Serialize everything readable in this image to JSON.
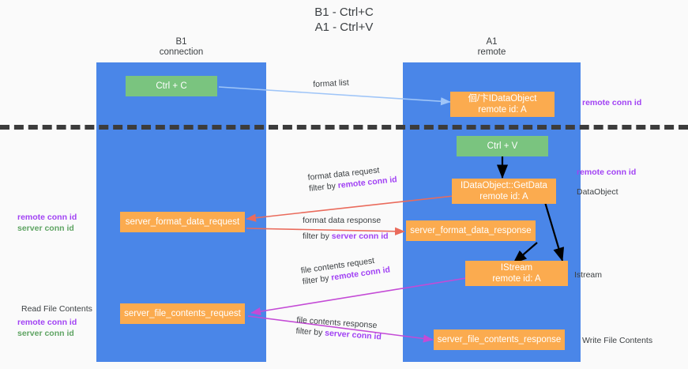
{
  "title": "B1 - Ctrl+C\nA1 - Ctrl+V",
  "lanes": [
    {
      "id": "b1",
      "header": "B1\nconnection",
      "color": "#4a86e8"
    },
    {
      "id": "a1",
      "header": "A1\nremote",
      "color": "#4a86e8"
    }
  ],
  "nodes": [
    {
      "id": "ctrl-c",
      "label": "Ctrl + C",
      "color": "#7ac47f"
    },
    {
      "id": "idataobject",
      "label": "佪/卞IDataObject\nremote id: A",
      "color": "#fbab4f"
    },
    {
      "id": "ctrl-v",
      "label": "Ctrl + V",
      "color": "#7ac47f"
    },
    {
      "id": "getdata",
      "label": "IDataObject::GetData\nremote id: A",
      "color": "#fbab4f"
    },
    {
      "id": "fmt-request",
      "label": "server_format_data_request",
      "color": "#fbab4f"
    },
    {
      "id": "fmt-response",
      "label": "server_format_data_response",
      "color": "#fbab4f"
    },
    {
      "id": "istream",
      "label": "IStream\nremote id: A",
      "color": "#fbab4f"
    },
    {
      "id": "file-request",
      "label": "server_file_contents_request",
      "color": "#fbab4f"
    },
    {
      "id": "file-response",
      "label": "server_file_contents_response",
      "color": "#fbab4f"
    }
  ],
  "annotations": {
    "format_list": "format list",
    "format_data_request": "format data request",
    "format_data_request_filter_prefix": "filter by ",
    "format_data_request_filter_key": "remote conn id",
    "format_data_response": "format data response",
    "format_data_response_filter_prefix": "filter by ",
    "format_data_response_filter_key": "server conn id",
    "file_contents_request": "file contents request",
    "file_contents_request_filter_prefix": "filter by ",
    "file_contents_request_filter_key": "remote conn id",
    "file_contents_response": "file contents response",
    "file_contents_response_filter_prefix": "filter by ",
    "file_contents_response_filter_key": "server conn id"
  },
  "side_labels": {
    "right_remote_conn_id_top": "remote conn id",
    "right_remote_conn_id_mid": "remote conn id",
    "right_dataobject": "DataObject",
    "right_istream": "Istream",
    "right_write_file_contents": "Write File Contents",
    "left_remote_conn_id": "remote conn id",
    "left_server_conn_id": "server conn id",
    "left_read_file_contents": "Read File Contents",
    "left_remote_conn_id_2": "remote conn id",
    "left_server_conn_id_2": "server conn id"
  },
  "colors": {
    "lane": "#4a86e8",
    "orange": "#fbab4f",
    "green": "#7ac47f",
    "purple": "#a142f4",
    "green_text": "#5fa463",
    "red_arrow": "#ea6b5c",
    "magenta_arrow": "#c44bd6",
    "light_blue_arrow": "#9fc5f8",
    "black_arrow": "#000000",
    "divider": "#3c3c3c",
    "background": "#fafafa"
  }
}
